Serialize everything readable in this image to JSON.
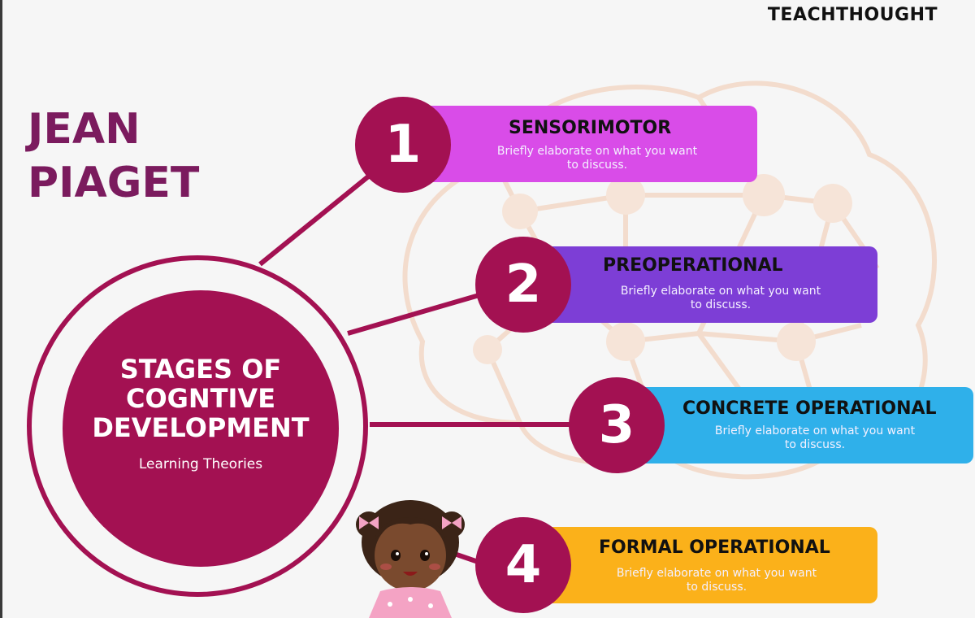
{
  "brand": "TEACHTHOUGHT",
  "title": {
    "line1": "JEAN",
    "line2": "PIAGET"
  },
  "center": {
    "title_line1": "STAGES OF",
    "title_line2": "COGNTIVE",
    "title_line3": "DEVELOPMENT",
    "subtitle": "Learning Theories"
  },
  "stages": [
    {
      "number": "1",
      "title": "SENSORIMOTOR",
      "desc_line1": "Briefly elaborate on what you want",
      "desc_line2": "to discuss.",
      "color": "#d94ce8"
    },
    {
      "number": "2",
      "title": "PREOPERATIONAL",
      "desc_line1": "Briefly elaborate on what you want",
      "desc_line2": "to discuss.",
      "color": "#7d3ed6"
    },
    {
      "number": "3",
      "title": "CONCRETE OPERATIONAL",
      "desc_line1": "Briefly elaborate on what you want",
      "desc_line2": "to discuss.",
      "color": "#2fb0ea"
    },
    {
      "number": "4",
      "title": "FORMAL OPERATIONAL",
      "desc_line1": "Briefly elaborate on what you want",
      "desc_line2": "to discuss.",
      "color": "#fbb11a"
    }
  ],
  "colors": {
    "accent": "#a31152",
    "title": "#7b1b5e",
    "background": "#f6f6f6"
  },
  "illustrations": {
    "background": "brain-network-outline",
    "character": "girl-character"
  }
}
